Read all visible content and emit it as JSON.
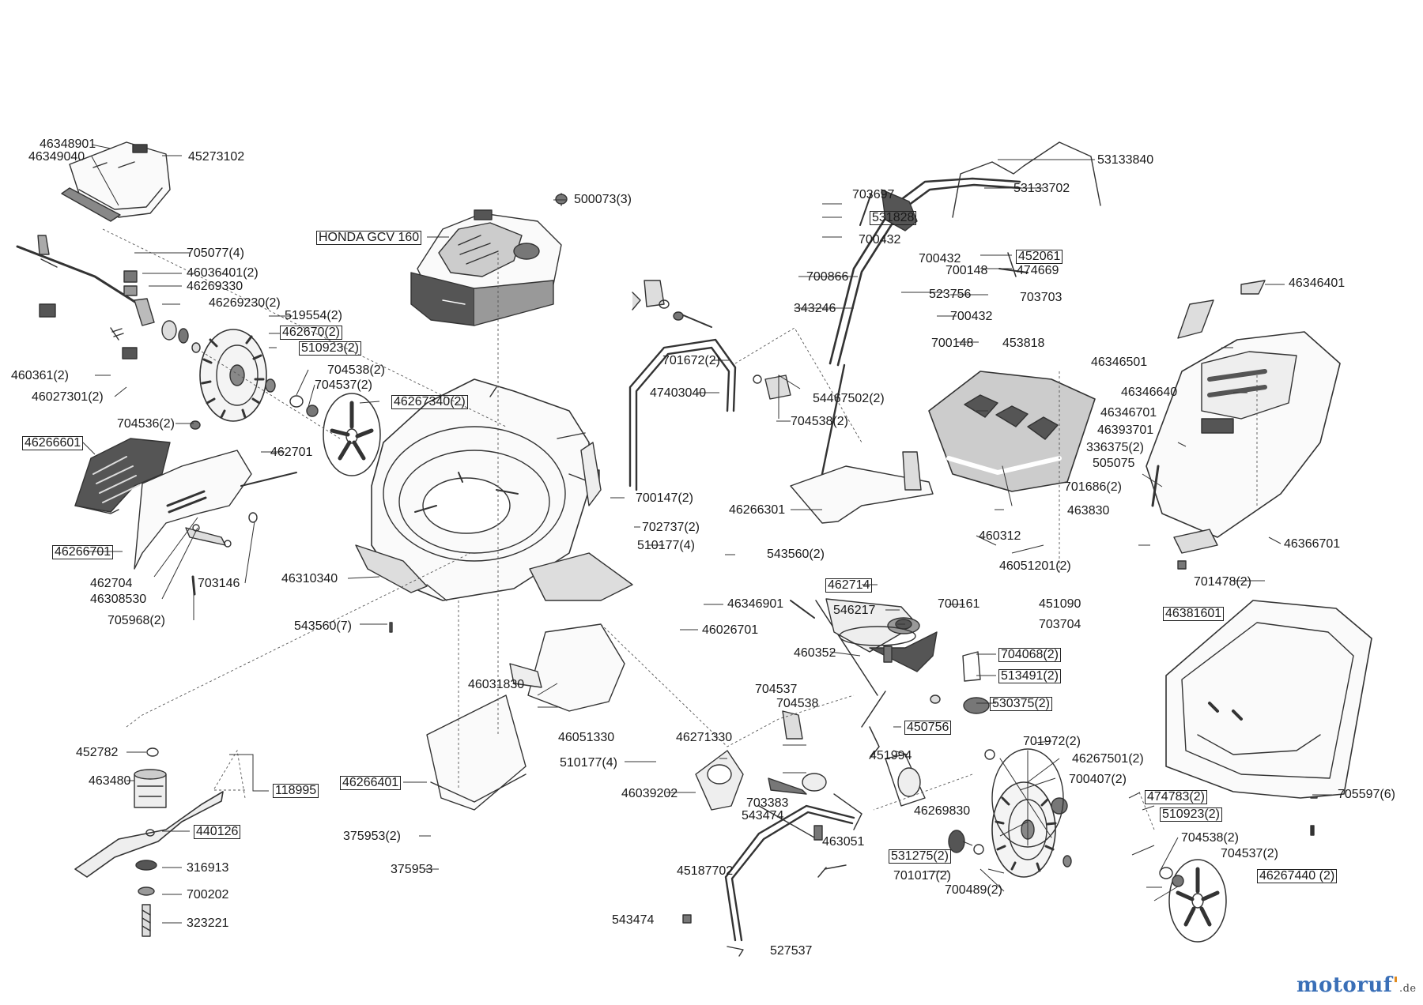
{
  "brand": {
    "name": "motoruf",
    "tld": ".de"
  },
  "parts": [
    {
      "id": "p1",
      "number": "46348901",
      "boxed": false
    },
    {
      "id": "p2",
      "number": "46349040",
      "boxed": false
    },
    {
      "id": "p3",
      "number": "45273102",
      "boxed": false
    },
    {
      "id": "p4",
      "number": "705077(4)",
      "boxed": false
    },
    {
      "id": "p5",
      "number": "46036401(2)",
      "boxed": false
    },
    {
      "id": "p6",
      "number": "46269330",
      "boxed": false
    },
    {
      "id": "p7",
      "number": "46269230(2)",
      "boxed": false
    },
    {
      "id": "p8",
      "number": "519554(2)",
      "boxed": false
    },
    {
      "id": "p9",
      "number": "462670(2)",
      "boxed": true
    },
    {
      "id": "p10",
      "number": "510923(2)",
      "boxed": true
    },
    {
      "id": "p11",
      "number": "460361(2)",
      "boxed": false
    },
    {
      "id": "p12",
      "number": "46027301(2)",
      "boxed": false
    },
    {
      "id": "p13",
      "number": "704538(2)",
      "boxed": false
    },
    {
      "id": "p14",
      "number": "704537(2)",
      "boxed": false
    },
    {
      "id": "p15",
      "number": "46267340(2)",
      "boxed": true
    },
    {
      "id": "p16",
      "number": "704536(2)",
      "boxed": false
    },
    {
      "id": "p17",
      "number": "46266601",
      "boxed": true
    },
    {
      "id": "p18",
      "number": "462701",
      "boxed": false
    },
    {
      "id": "p19",
      "number": "46266701",
      "boxed": true
    },
    {
      "id": "p20",
      "number": "462704",
      "boxed": false
    },
    {
      "id": "p21",
      "number": "46308530",
      "boxed": false
    },
    {
      "id": "p22",
      "number": "703146",
      "boxed": false
    },
    {
      "id": "p23",
      "number": "705968(2)",
      "boxed": false
    },
    {
      "id": "p24",
      "number": "HONDA GCV 160",
      "boxed": true
    },
    {
      "id": "p25",
      "number": "500073(3)",
      "boxed": false
    },
    {
      "id": "p26",
      "number": "46310340",
      "boxed": false
    },
    {
      "id": "p27",
      "number": "543560(7)",
      "boxed": false
    },
    {
      "id": "p28",
      "number": "452782",
      "boxed": false
    },
    {
      "id": "p29",
      "number": "463480",
      "boxed": false
    },
    {
      "id": "p30",
      "number": "118995",
      "boxed": true
    },
    {
      "id": "p31",
      "number": "440126",
      "boxed": true
    },
    {
      "id": "p32",
      "number": "316913",
      "boxed": false
    },
    {
      "id": "p33",
      "number": "700202",
      "boxed": false
    },
    {
      "id": "p34",
      "number": "323221",
      "boxed": false
    },
    {
      "id": "p35",
      "number": "701672(2)",
      "boxed": false
    },
    {
      "id": "p36",
      "number": "47403040",
      "boxed": false
    },
    {
      "id": "p37",
      "number": "54467502(2)",
      "boxed": false
    },
    {
      "id": "p38",
      "number": "704538(2)",
      "boxed": false
    },
    {
      "id": "p39",
      "number": "700147(2)",
      "boxed": false
    },
    {
      "id": "p40",
      "number": "702737(2)",
      "boxed": false
    },
    {
      "id": "p41",
      "number": "510177(4)",
      "boxed": false
    },
    {
      "id": "p42",
      "number": "46266301",
      "boxed": false
    },
    {
      "id": "p43",
      "number": "543560(2)",
      "boxed": false
    },
    {
      "id": "p44",
      "number": "46346901",
      "boxed": false
    },
    {
      "id": "p45",
      "number": "46026701",
      "boxed": false
    },
    {
      "id": "p46",
      "number": "46031830",
      "boxed": false
    },
    {
      "id": "p47",
      "number": "46051330",
      "boxed": false
    },
    {
      "id": "p48",
      "number": "510177(4)",
      "boxed": false
    },
    {
      "id": "p49",
      "number": "46266401",
      "boxed": true
    },
    {
      "id": "p50",
      "number": "375953(2)",
      "boxed": false
    },
    {
      "id": "p51",
      "number": "375953",
      "boxed": false
    },
    {
      "id": "p52",
      "number": "46039202",
      "boxed": false
    },
    {
      "id": "p53",
      "number": "46271330",
      "boxed": false
    },
    {
      "id": "p54",
      "number": "704537",
      "boxed": false
    },
    {
      "id": "p55",
      "number": "704538",
      "boxed": false
    },
    {
      "id": "p56",
      "number": "703383",
      "boxed": false
    },
    {
      "id": "p57",
      "number": "543474",
      "boxed": false
    },
    {
      "id": "p58",
      "number": "703697",
      "boxed": false
    },
    {
      "id": "p59",
      "number": "531828",
      "boxed": true
    },
    {
      "id": "p60",
      "number": "700432",
      "boxed": false
    },
    {
      "id": "p61",
      "number": "700866",
      "boxed": false
    },
    {
      "id": "p62",
      "number": "343246",
      "boxed": false
    },
    {
      "id": "p63",
      "number": "53133840",
      "boxed": false
    },
    {
      "id": "p64",
      "number": "53133702",
      "boxed": false
    },
    {
      "id": "p65",
      "number": "700432",
      "boxed": false
    },
    {
      "id": "p66",
      "number": "452061",
      "boxed": true
    },
    {
      "id": "p67",
      "number": "700148",
      "boxed": false
    },
    {
      "id": "p68",
      "number": "474669",
      "boxed": false
    },
    {
      "id": "p69",
      "number": "523756",
      "boxed": false
    },
    {
      "id": "p70",
      "number": "703703",
      "boxed": false
    },
    {
      "id": "p71",
      "number": "700432",
      "boxed": false
    },
    {
      "id": "p72",
      "number": "700148",
      "boxed": false
    },
    {
      "id": "p73",
      "number": "453818",
      "boxed": false
    },
    {
      "id": "p74",
      "number": "46346701",
      "boxed": false
    },
    {
      "id": "p75",
      "number": "463830",
      "boxed": false
    },
    {
      "id": "p76",
      "number": "460312",
      "boxed": false
    },
    {
      "id": "p77",
      "number": "46051201(2)",
      "boxed": false
    },
    {
      "id": "p78",
      "number": "462714",
      "boxed": true
    },
    {
      "id": "p79",
      "number": "546217",
      "boxed": false
    },
    {
      "id": "p80",
      "number": "700161",
      "boxed": false
    },
    {
      "id": "p81",
      "number": "451090",
      "boxed": false
    },
    {
      "id": "p82",
      "number": "703704",
      "boxed": false
    },
    {
      "id": "p83",
      "number": "460352",
      "boxed": false
    },
    {
      "id": "p84",
      "number": "704068(2)",
      "boxed": true
    },
    {
      "id": "p85",
      "number": "513491(2)",
      "boxed": true
    },
    {
      "id": "p86",
      "number": "530375(2)",
      "boxed": true
    },
    {
      "id": "p87",
      "number": "450756",
      "boxed": true
    },
    {
      "id": "p88",
      "number": "451994",
      "boxed": false
    },
    {
      "id": "p89",
      "number": "701972(2)",
      "boxed": false
    },
    {
      "id": "p90",
      "number": "46267501(2)",
      "boxed": false
    },
    {
      "id": "p91",
      "number": "700407(2)",
      "boxed": false
    },
    {
      "id": "p92",
      "number": "474783(2)",
      "boxed": true
    },
    {
      "id": "p93",
      "number": "510923(2)",
      "boxed": true
    },
    {
      "id": "p94",
      "number": "46269830",
      "boxed": false
    },
    {
      "id": "p95",
      "number": "463051",
      "boxed": false
    },
    {
      "id": "p96",
      "number": "531275(2)",
      "boxed": true
    },
    {
      "id": "p97",
      "number": "701017(2)",
      "boxed": false
    },
    {
      "id": "p98",
      "number": "700489(2)",
      "boxed": false
    },
    {
      "id": "p99",
      "number": "45187702",
      "boxed": false
    },
    {
      "id": "p100",
      "number": "543474",
      "boxed": false
    },
    {
      "id": "p101",
      "number": "527537",
      "boxed": false
    },
    {
      "id": "p102",
      "number": "704538(2)",
      "boxed": false
    },
    {
      "id": "p103",
      "number": "704537(2)",
      "boxed": false
    },
    {
      "id": "p104",
      "number": "46267440 (2)",
      "boxed": true
    },
    {
      "id": "p105",
      "number": "46346401",
      "boxed": false
    },
    {
      "id": "p106",
      "number": "46346501",
      "boxed": false
    },
    {
      "id": "p107",
      "number": "46346640",
      "boxed": false
    },
    {
      "id": "p108",
      "number": "46393701",
      "boxed": false
    },
    {
      "id": "p109",
      "number": "336375(2)",
      "boxed": false
    },
    {
      "id": "p110",
      "number": "505075",
      "boxed": false
    },
    {
      "id": "p111",
      "number": "701686(2)",
      "boxed": false
    },
    {
      "id": "p112",
      "number": "46366701",
      "boxed": false
    },
    {
      "id": "p113",
      "number": "701478(2)",
      "boxed": false
    },
    {
      "id": "p114",
      "number": "46381601",
      "boxed": true
    },
    {
      "id": "p115",
      "number": "705597(6)",
      "boxed": false
    }
  ]
}
